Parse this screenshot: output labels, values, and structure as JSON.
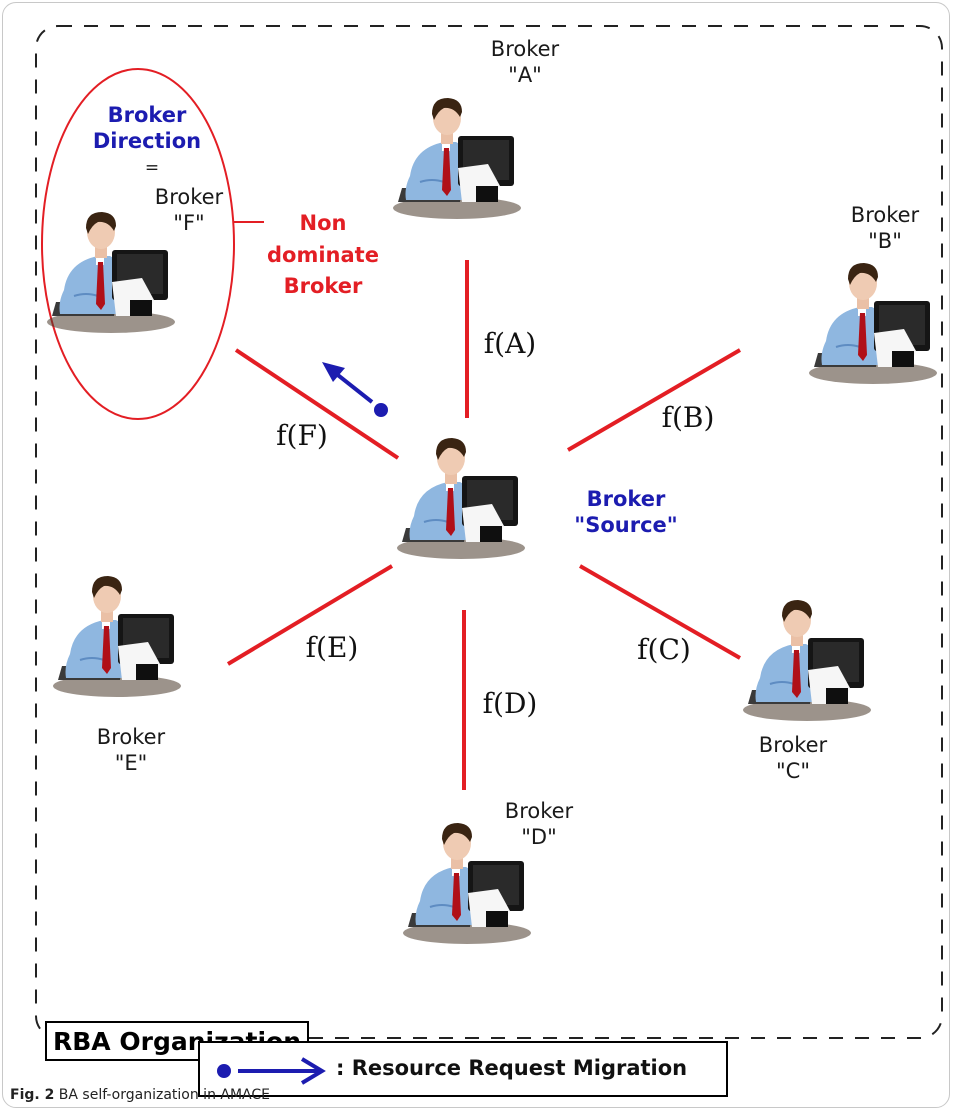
{
  "organization_label": "RBA Organization",
  "brokers": {
    "a": "Broker\n\"A\"",
    "b": "Broker\n\"B\"",
    "c": "Broker\n\"C\"",
    "d": "Broker\n\"D\"",
    "e": "Broker\n\"E\"",
    "f": "Broker\n\"F\"",
    "source": "Broker\n\"Source\""
  },
  "functions": {
    "a": "f(A)",
    "b": "f(B)",
    "c": "f(C)",
    "d": "f(D)",
    "e": "f(E)",
    "f": "f(F)"
  },
  "direction": {
    "title": "Broker\nDirection",
    "equals": "="
  },
  "non_dominate": "Non\ndominate\nBroker",
  "legend": {
    "text": ": Resource Request Migration"
  },
  "caption": {
    "label": "Fig. 2",
    "text": "BA self-organization in AMACE"
  },
  "colors": {
    "edge": "#e31e24",
    "migration": "#1c1cb0",
    "direction_text": "#1c1cb0",
    "non_dominate_text": "#e31e24"
  },
  "icons": {
    "broker": "person-at-computer-icon",
    "migration": "arrow-with-dot-icon"
  }
}
